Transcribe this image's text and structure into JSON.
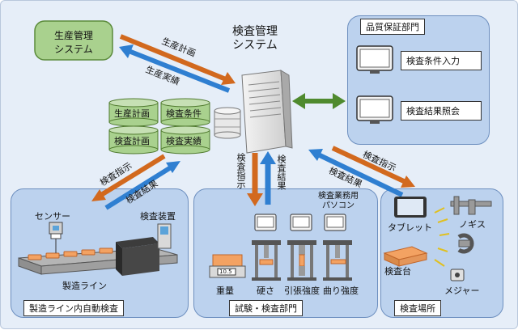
{
  "center": {
    "title_line1": "検査管理",
    "title_line2": "システム"
  },
  "production_system": {
    "line1": "生産管理",
    "line2": "システム"
  },
  "arrows": {
    "plan": "生産計画",
    "actual": "生産実績",
    "inspect_instruction": "検査指示",
    "inspect_result": "検査結果"
  },
  "databases": [
    "生産計画",
    "検査条件",
    "検査計画",
    "検査実績"
  ],
  "quality_dept": {
    "title": "品質保証部門",
    "items": [
      "検査条件入力",
      "検査結果照会"
    ]
  },
  "line_auto": {
    "title": "製造ライン内自動検査",
    "sensor": "センサー",
    "device": "検査装置",
    "line": "製造ライン"
  },
  "test_dept": {
    "title": "試験・検査部門",
    "pc_label_line1": "検査業務用",
    "pc_label_line2": "パソコン",
    "scale_value": "10.5",
    "tests": [
      "重量",
      "硬さ",
      "引張強度",
      "曲り強度"
    ]
  },
  "inspection_site": {
    "title": "検査場所",
    "tablet": "タブレット",
    "caliper": "ノギス",
    "table": "検査台",
    "measure": "メジャー"
  },
  "colors": {
    "orange": "#d2691e",
    "blue": "#2f7fd1",
    "green": "#4f8a2e",
    "panel": "#bcd2ee"
  }
}
